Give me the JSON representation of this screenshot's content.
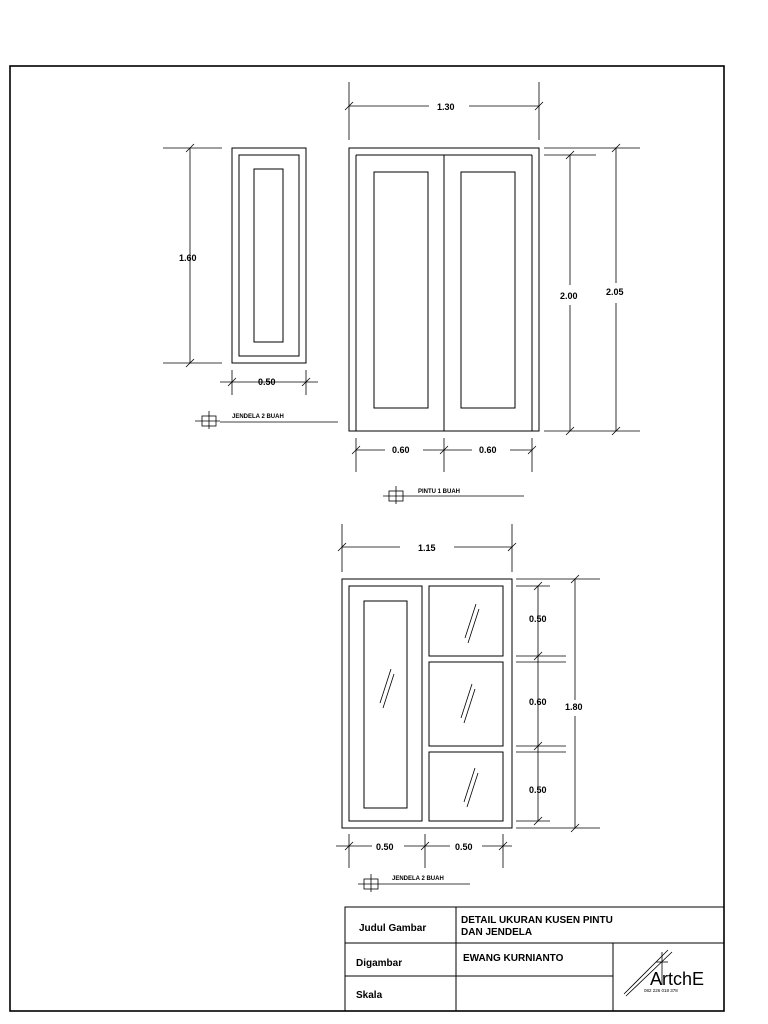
{
  "dimensions": {
    "door_width": "1.30",
    "door_height_inner": "2.00",
    "door_height_outer": "2.05",
    "door_leaf_left": "0.60",
    "door_leaf_right": "0.60",
    "window_small_height": "1.60",
    "window_small_width": "0.50",
    "window_large_width": "1.15",
    "window_large_height": "1.80",
    "window_large_top": "0.50",
    "window_large_mid": "0.60",
    "window_large_bottom": "0.50",
    "window_large_left": "0.50",
    "window_large_right": "0.50"
  },
  "labels": {
    "window_small": "JENDELA 2 BUAH",
    "door": "PINTU 1 BUAH",
    "window_large": "JENDELA 2 BUAH"
  },
  "title_block": {
    "title_label": "Judul Gambar",
    "title_line1": "DETAIL UKURAN KUSEN PINTU",
    "title_line2": "DAN JENDELA",
    "drawn_label": "Digambar",
    "drawn_value": "EWANG KURNIANTO",
    "scale_label": "Skala",
    "scale_value": "",
    "logo_text": "ArtchE",
    "logo_phone": "082 226 018 378"
  }
}
